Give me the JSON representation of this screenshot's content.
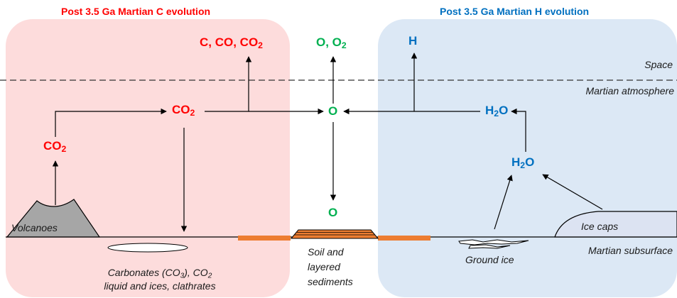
{
  "headers": {
    "carbon": "Post 3.5 Ga Martian C evolution",
    "hydrogen": "Post 3.5 Ga Martian H evolution"
  },
  "layers": {
    "space": "Space",
    "atmosphere": "Martian atmosphere",
    "subsurface": "Martian subsurface"
  },
  "species": {
    "c_escape": "C, CO, CO",
    "c_escape_sub": "2",
    "o_escape": "O, O",
    "o_escape_sub": "2",
    "h_escape": "H",
    "co2_atm": "CO",
    "co2_atm_sub": "2",
    "co2_volcanic": "CO",
    "co2_volcanic_sub": "2",
    "o_atm": "O",
    "o_surface": "O",
    "h2o_atm_a": "H",
    "h2o_atm_sub": "2",
    "h2o_atm_b": "O",
    "h2o_sub_a": "H",
    "h2o_sub_sub": "2",
    "h2o_sub_b": "O"
  },
  "features": {
    "volcanoes": "Volcanoes",
    "ice_caps": "Ice caps",
    "ground_ice": "Ground ice",
    "carbonates_a": "Carbonates (CO",
    "carbonates_sub": "3",
    "carbonates_b": "), CO",
    "carbonates_sub2": "2",
    "carbonates_line2": "liquid and ices, clathrates",
    "soil_line1": "Soil and",
    "soil_line2": "layered",
    "soil_line3": "sediments"
  },
  "colors": {
    "carbon": "#ff0000",
    "oxygen": "#00b050",
    "hydrogen": "#0070c0",
    "carbon_panel": "#fddcdc",
    "hydrogen_panel": "#dce8f5",
    "surface_strip": "#ed7d31"
  }
}
